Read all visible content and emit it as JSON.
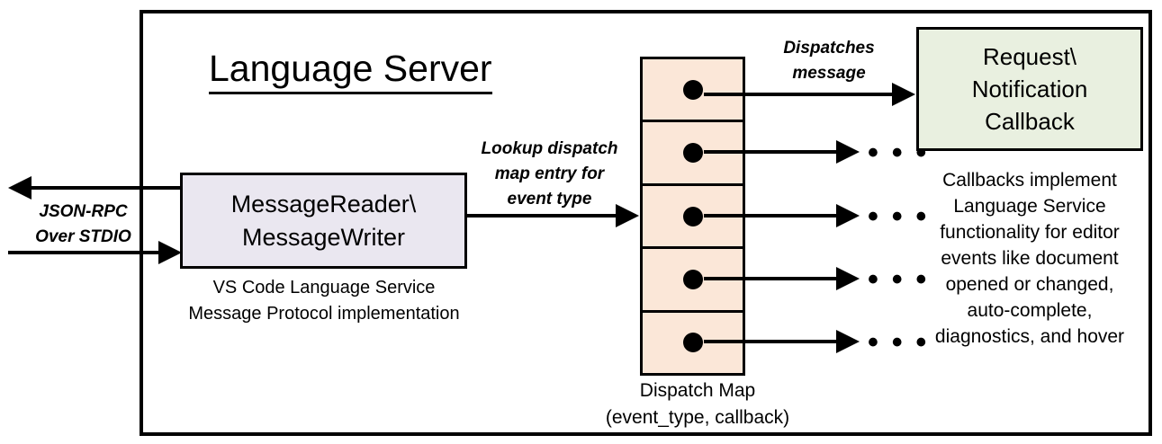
{
  "diagram": {
    "title": "Language Server",
    "frame_border_color": "#000000",
    "background": "#ffffff"
  },
  "message_box": {
    "line1": "MessageReader\\",
    "line2": "MessageWriter",
    "fill_color": "#EAE7F0",
    "caption_line1": "VS Code Language Service",
    "caption_line2": "Message Protocol implementation"
  },
  "transport": {
    "label_line1": "JSON-RPC",
    "label_line2": "Over STDIO"
  },
  "lookup": {
    "label_line1": "Lookup dispatch",
    "label_line2": "map entry for",
    "label_line3": "event type"
  },
  "dispatch": {
    "label_line1": "Dispatches",
    "label_line2": "message",
    "map_fill_color": "#FBE7D8",
    "map_caption_line1": "Dispatch Map",
    "map_caption_line2": "(event_type, callback)",
    "rows": [
      {
        "id": "row-1",
        "target": "callback"
      },
      {
        "id": "row-2",
        "target": "ellipsis"
      },
      {
        "id": "row-3",
        "target": "ellipsis"
      },
      {
        "id": "row-4",
        "target": "ellipsis"
      },
      {
        "id": "row-5",
        "target": "ellipsis"
      }
    ],
    "ellipsis": "• • •"
  },
  "callback": {
    "line1": "Request\\",
    "line2": "Notification",
    "line3": "Callback",
    "fill_color": "#E9F0E0",
    "caption_line1": "Callbacks implement",
    "caption_line2": "Language Service",
    "caption_line3": "functionality for editor",
    "caption_line4": "events like document",
    "caption_line5": "opened or changed,",
    "caption_line6": "auto-complete,",
    "caption_line7": "diagnostics, and hover"
  }
}
